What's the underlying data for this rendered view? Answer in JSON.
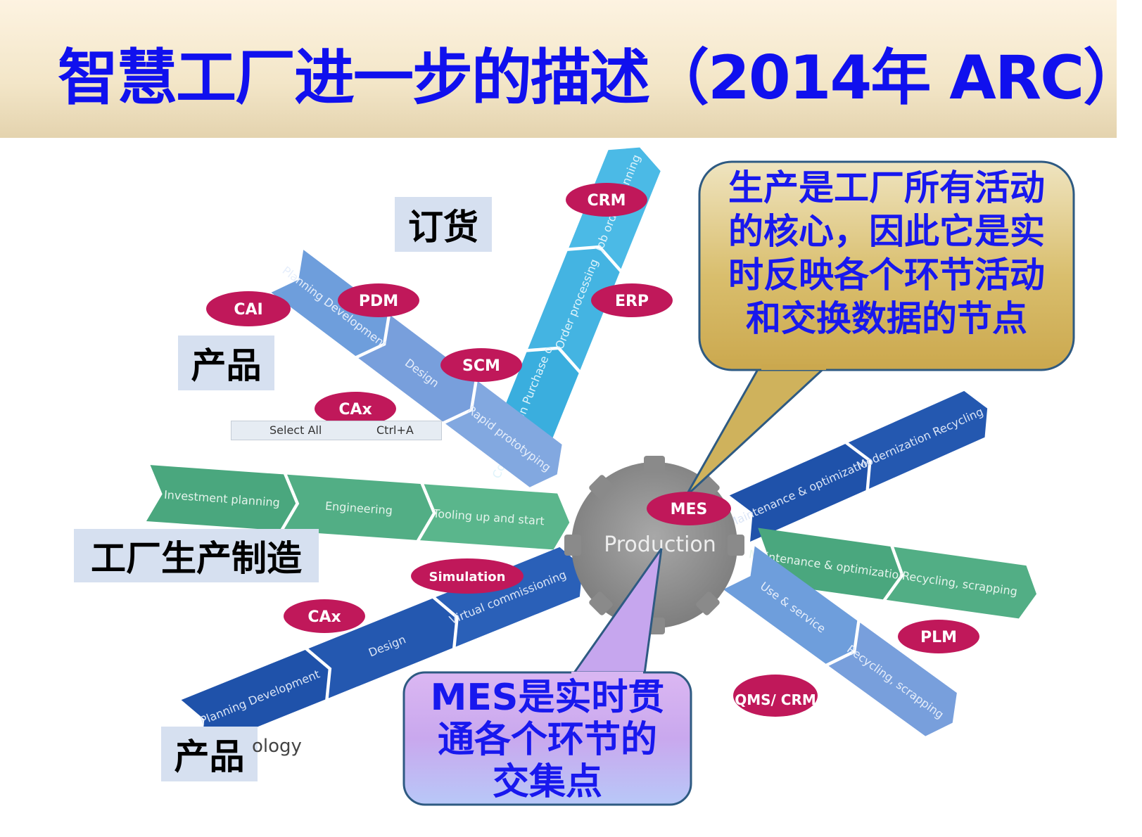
{
  "title": "智慧工厂进一步的描述（2014年 ARC）",
  "categories": {
    "ordering": "订货",
    "product_top": "产品",
    "factory": "工厂生产制造",
    "product_bottom": "产品"
  },
  "hub": {
    "label": "Production"
  },
  "arms": {
    "order": [
      "Configuration Purchase order",
      "Order processing",
      "Job order planning"
    ],
    "product_top": [
      "Planning Development",
      "Design",
      "Rapid prototyping"
    ],
    "factory": [
      "Investment planning",
      "Engineering",
      "Tooling up and start"
    ],
    "product_bottom": [
      "Planning Development",
      "Design",
      "Virtual commissioning"
    ],
    "maint_top": [
      "Maintenance & optimization",
      "Modernization Recycling"
    ],
    "maint_mid": [
      "Maintenance & optimization",
      "Recycling, scrapping"
    ],
    "service": [
      "Use & service",
      "Recycling, scrapping"
    ]
  },
  "systems": [
    "CRM",
    "ERP",
    "CAI",
    "PDM",
    "SCM",
    "CAx",
    "MES",
    "Simulation",
    "CAx",
    "PLM",
    "QMS/ CRM"
  ],
  "callouts": {
    "top": [
      "生产是工厂所有活动",
      "的核心，因此它是实",
      "时反映各个环节活动",
      "和交换数据的节点"
    ],
    "bottom": [
      "MES是实时贯",
      "通各个环节的",
      "交集点"
    ]
  },
  "context_menu": {
    "item": "Select All",
    "shortcut": "Ctrl+A"
  },
  "fragment_text": "ology",
  "colors": {
    "title": "#1010ee",
    "callout_text": "#1818ee",
    "system_badge": "#c0185a",
    "arm_cyan": "#3aaede",
    "arm_light_blue": "#6e9edc",
    "arm_green": "#4aa77e",
    "arm_dark_blue": "#1f52aa",
    "hub_gray": "#8d8d8d"
  }
}
